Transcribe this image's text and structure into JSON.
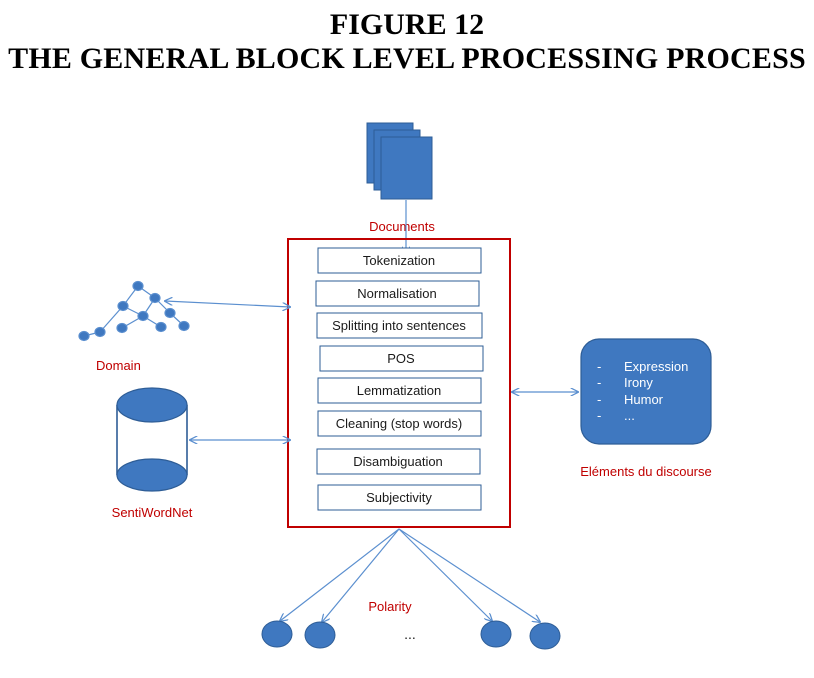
{
  "figure": {
    "number": "FIGURE 12",
    "title": "THE GENERAL BLOCK LEVEL PROCESSING PROCESS"
  },
  "documents_label": "Documents",
  "pipeline_steps": [
    "Tokenization",
    "Normalisation",
    "Splitting into sentences",
    "POS",
    "Lemmatization",
    "Cleaning (stop words)",
    "Disambiguation",
    "Subjectivity"
  ],
  "domain_label": "Domain",
  "sentiwordnet_label": "SentiWordNet",
  "discourse": {
    "label": "Eléments du discourse",
    "bullet": "-",
    "items": [
      "Expression",
      "Irony",
      "Humor",
      "..."
    ]
  },
  "polarity_label": "Polarity",
  "polarity_ellipsis": "...",
  "colors": {
    "blue_fill": "#3f78c0",
    "blue_stroke": "#2e5d96",
    "arrow": "#5b8fcf",
    "red": "#c00000"
  }
}
